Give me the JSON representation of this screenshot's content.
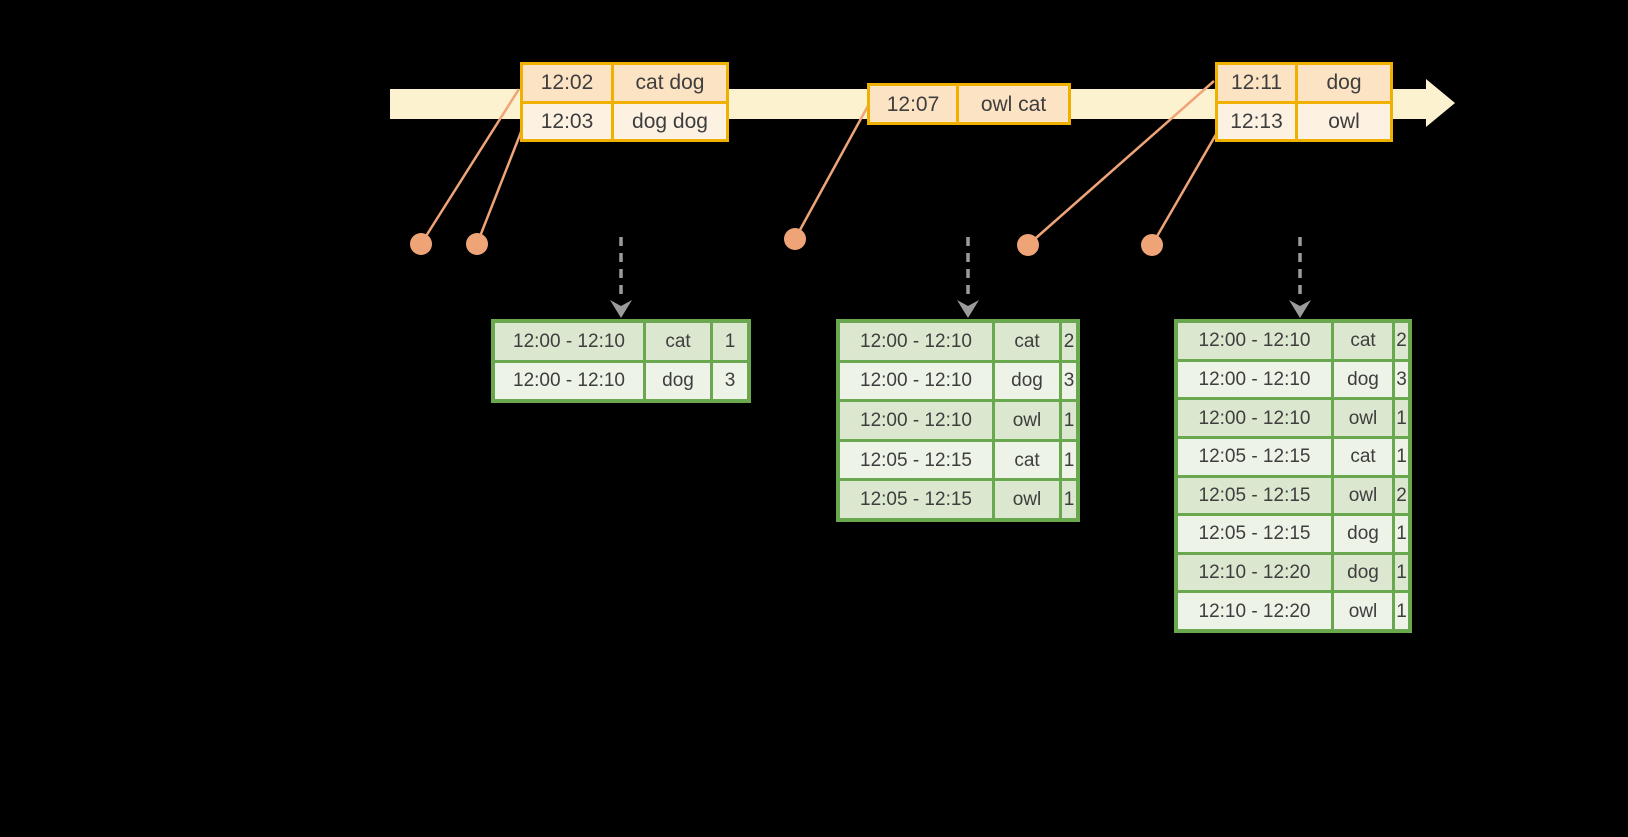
{
  "colors": {
    "background": "#000000",
    "timeline_fill": "#fdf2d0",
    "event_table_border": "#f0b000",
    "event_row_dark": "#fbe3c3",
    "event_row_light": "#fdf2e1",
    "result_table_border": "#6aa84f",
    "result_row_dark": "#dce7d0",
    "result_row_light": "#eef3e8",
    "connector_salmon": "#efa478",
    "trigger_arrow_gray": "#9b9b9b",
    "text": "#3e3e3e"
  },
  "events": [
    {
      "rows": [
        {
          "time": "12:02",
          "words": "cat dog"
        },
        {
          "time": "12:03",
          "words": "dog dog"
        }
      ]
    },
    {
      "rows": [
        {
          "time": "12:07",
          "words": "owl cat"
        }
      ]
    },
    {
      "rows": [
        {
          "time": "12:11",
          "words": "dog"
        },
        {
          "time": "12:13",
          "words": "owl"
        }
      ]
    }
  ],
  "results": [
    {
      "rows": [
        {
          "window": "12:00 - 12:10",
          "word": "cat",
          "count": "1"
        },
        {
          "window": "12:00 - 12:10",
          "word": "dog",
          "count": "3"
        }
      ]
    },
    {
      "rows": [
        {
          "window": "12:00 - 12:10",
          "word": "cat",
          "count": "2"
        },
        {
          "window": "12:00 - 12:10",
          "word": "dog",
          "count": "3"
        },
        {
          "window": "12:00 - 12:10",
          "word": "owl",
          "count": "1"
        },
        {
          "window": "12:05 - 12:15",
          "word": "cat",
          "count": "1"
        },
        {
          "window": "12:05 - 12:15",
          "word": "owl",
          "count": "1"
        }
      ]
    },
    {
      "rows": [
        {
          "window": "12:00 - 12:10",
          "word": "cat",
          "count": "2"
        },
        {
          "window": "12:00 - 12:10",
          "word": "dog",
          "count": "3"
        },
        {
          "window": "12:00 - 12:10",
          "word": "owl",
          "count": "1"
        },
        {
          "window": "12:05 - 12:15",
          "word": "cat",
          "count": "1"
        },
        {
          "window": "12:05 - 12:15",
          "word": "owl",
          "count": "2"
        },
        {
          "window": "12:05 - 12:15",
          "word": "dog",
          "count": "1"
        },
        {
          "window": "12:10 - 12:20",
          "word": "dog",
          "count": "1"
        },
        {
          "window": "12:10 - 12:20",
          "word": "owl",
          "count": "1"
        }
      ]
    }
  ]
}
